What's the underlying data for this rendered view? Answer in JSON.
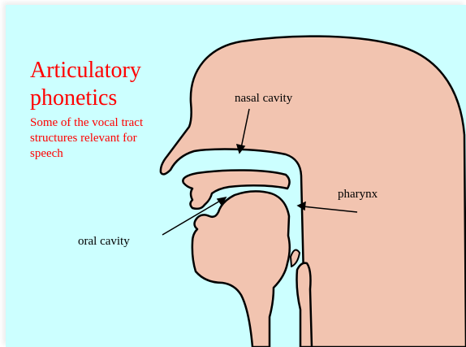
{
  "slide": {
    "title": "Articulatory phonetics",
    "subtitle": "Some of the vocal tract structures relevant for speech"
  },
  "labels": {
    "nasal_cavity": "nasal cavity",
    "pharynx": "pharynx",
    "oral_cavity": "oral cavity"
  },
  "colors": {
    "background": "#ccffff",
    "title": "#ff0000",
    "tissue": "#f2c4b0",
    "outline": "#000000"
  }
}
